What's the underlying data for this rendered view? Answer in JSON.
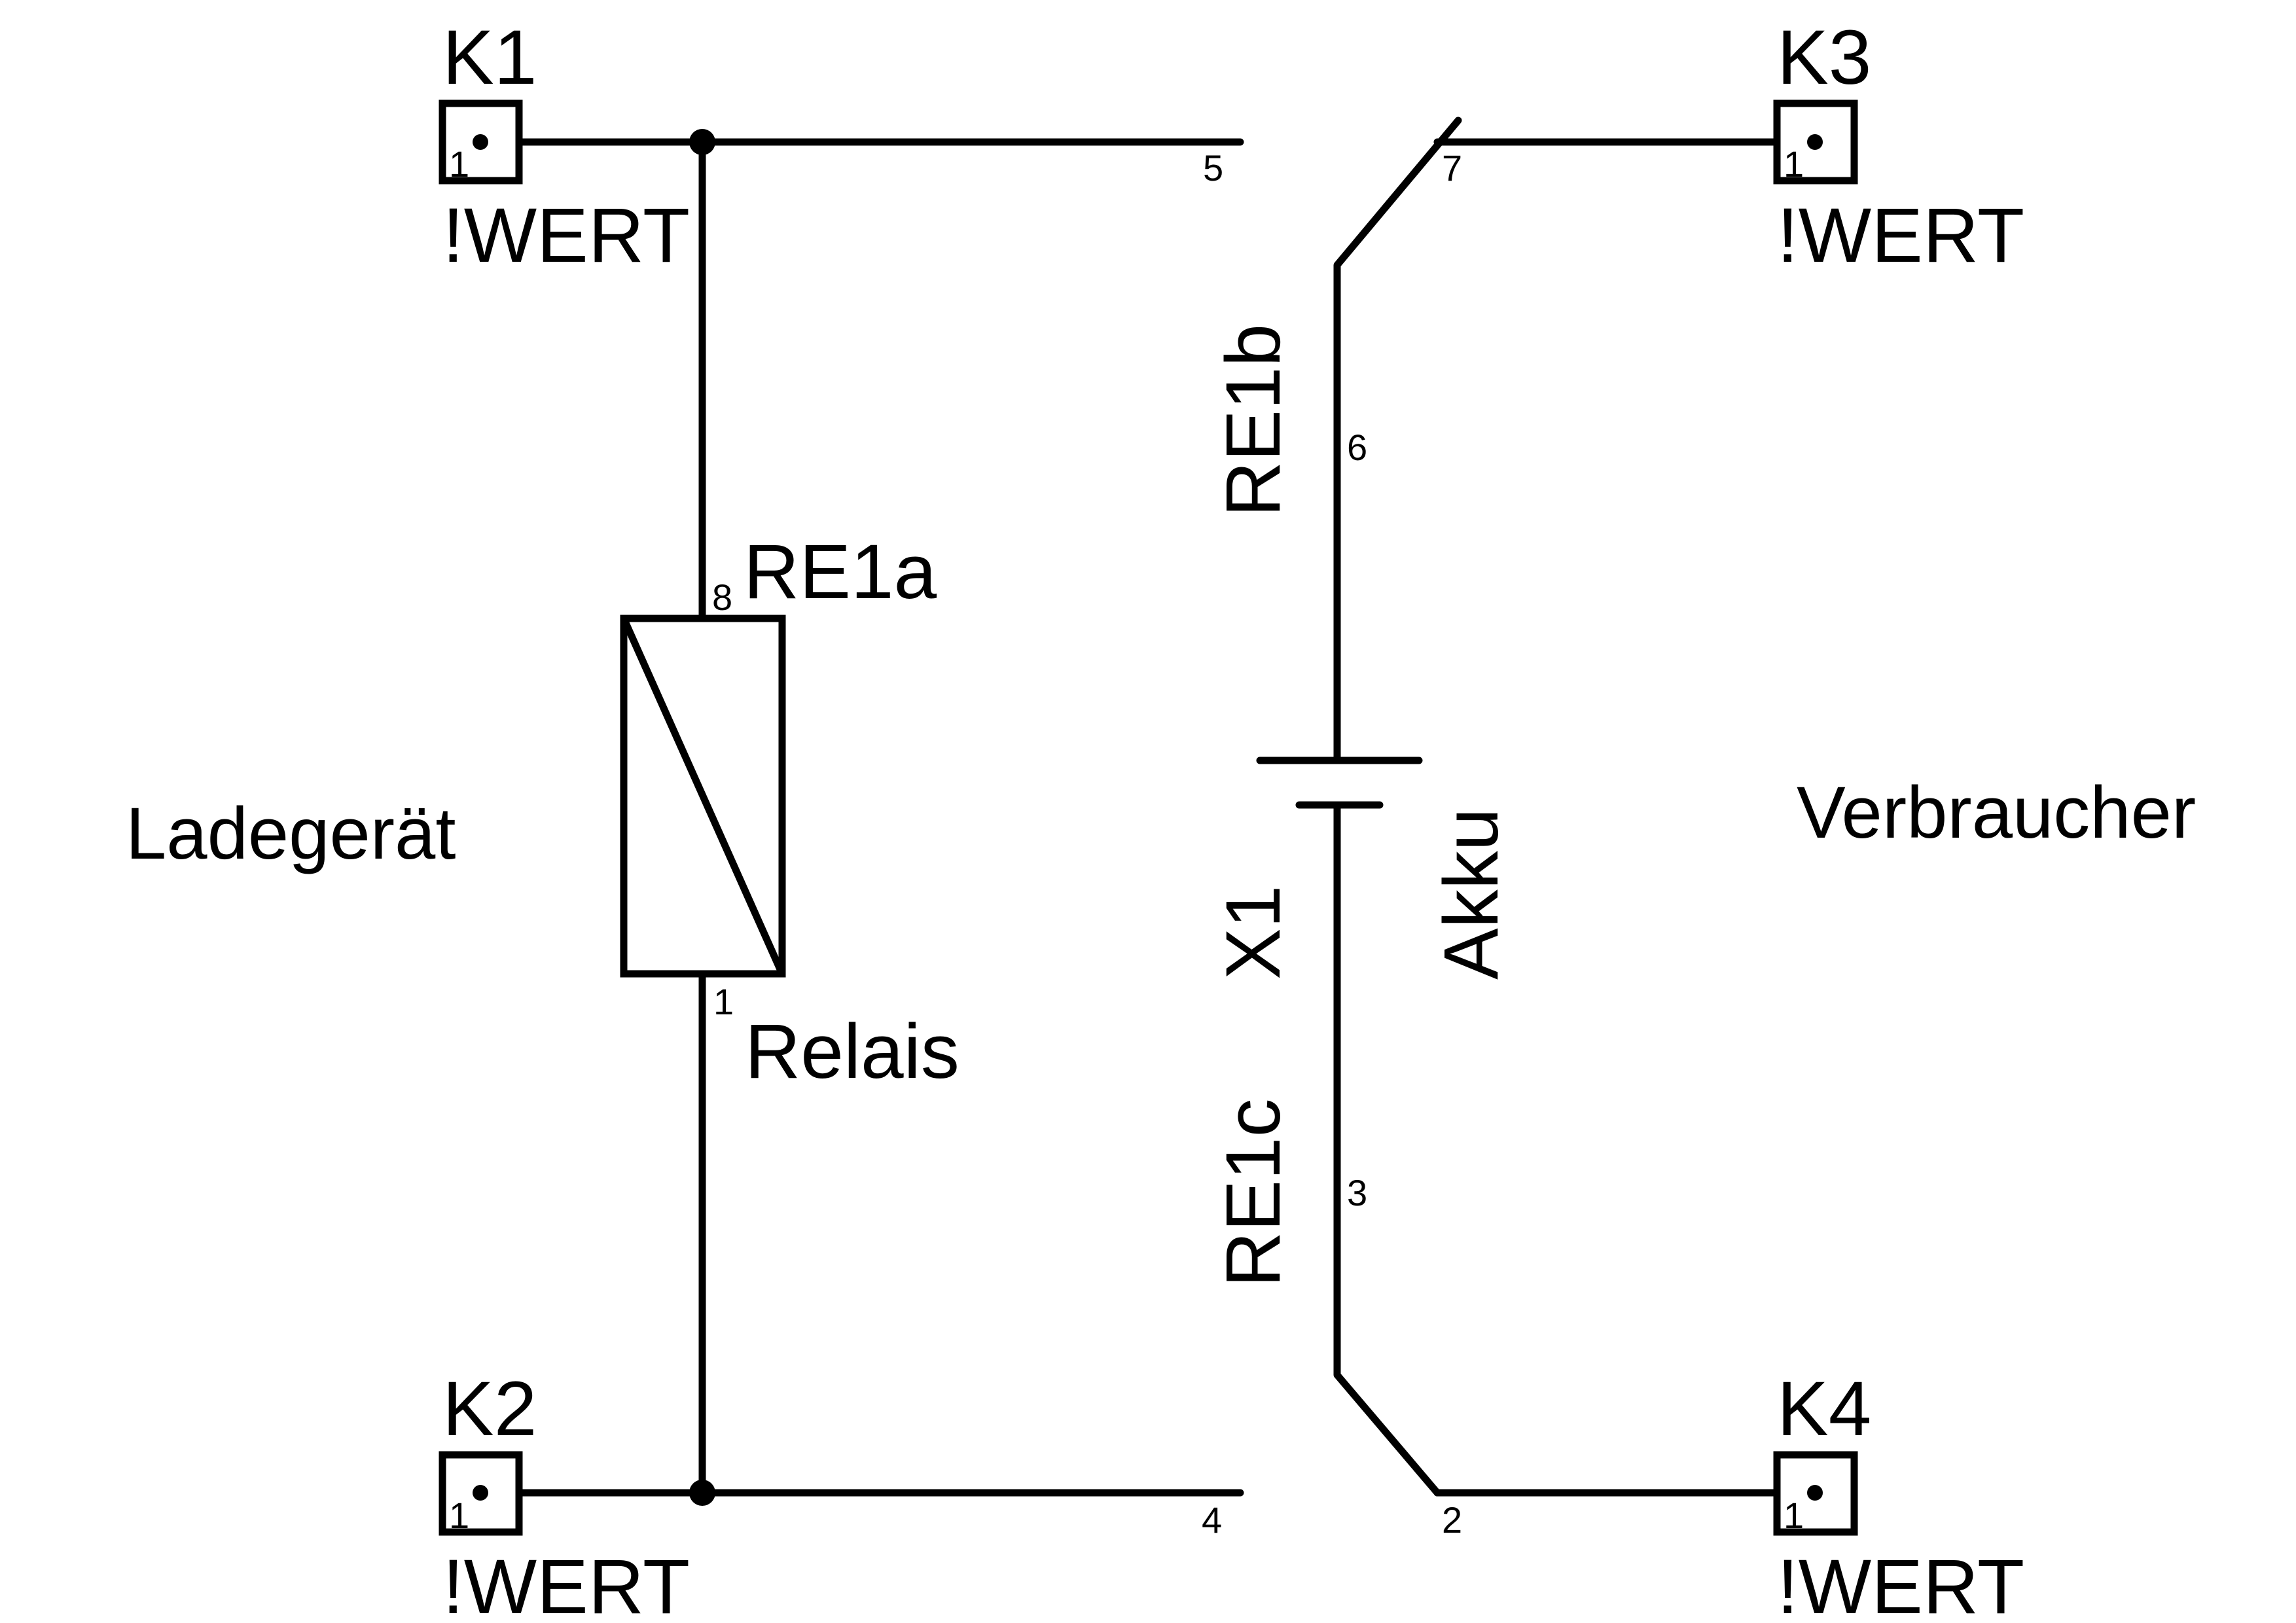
{
  "connectors": {
    "k1": {
      "name": "K1",
      "pin": "1",
      "value": "!WERT"
    },
    "k2": {
      "name": "K2",
      "pin": "1",
      "value": "!WERT"
    },
    "k3": {
      "name": "K3",
      "pin": "1",
      "value": "!WERT"
    },
    "k4": {
      "name": "K4",
      "pin": "1",
      "value": "!WERT"
    }
  },
  "relay_coil": {
    "name": "RE1a",
    "value": "Relais",
    "pin_top": "8",
    "pin_bottom": "1"
  },
  "relay_contact_top": {
    "name": "RE1b",
    "pin_common": "6",
    "pin_open": "5",
    "pin_closed": "7"
  },
  "relay_contact_bottom": {
    "name": "RE1c",
    "pin_common": "3",
    "pin_open": "4",
    "pin_closed": "2"
  },
  "battery": {
    "name": "X1",
    "value": "Akku"
  },
  "labels": {
    "left": "Ladegerät",
    "right": "Verbraucher"
  },
  "colors": {
    "stroke": "#000000",
    "background": "#ffffff"
  }
}
